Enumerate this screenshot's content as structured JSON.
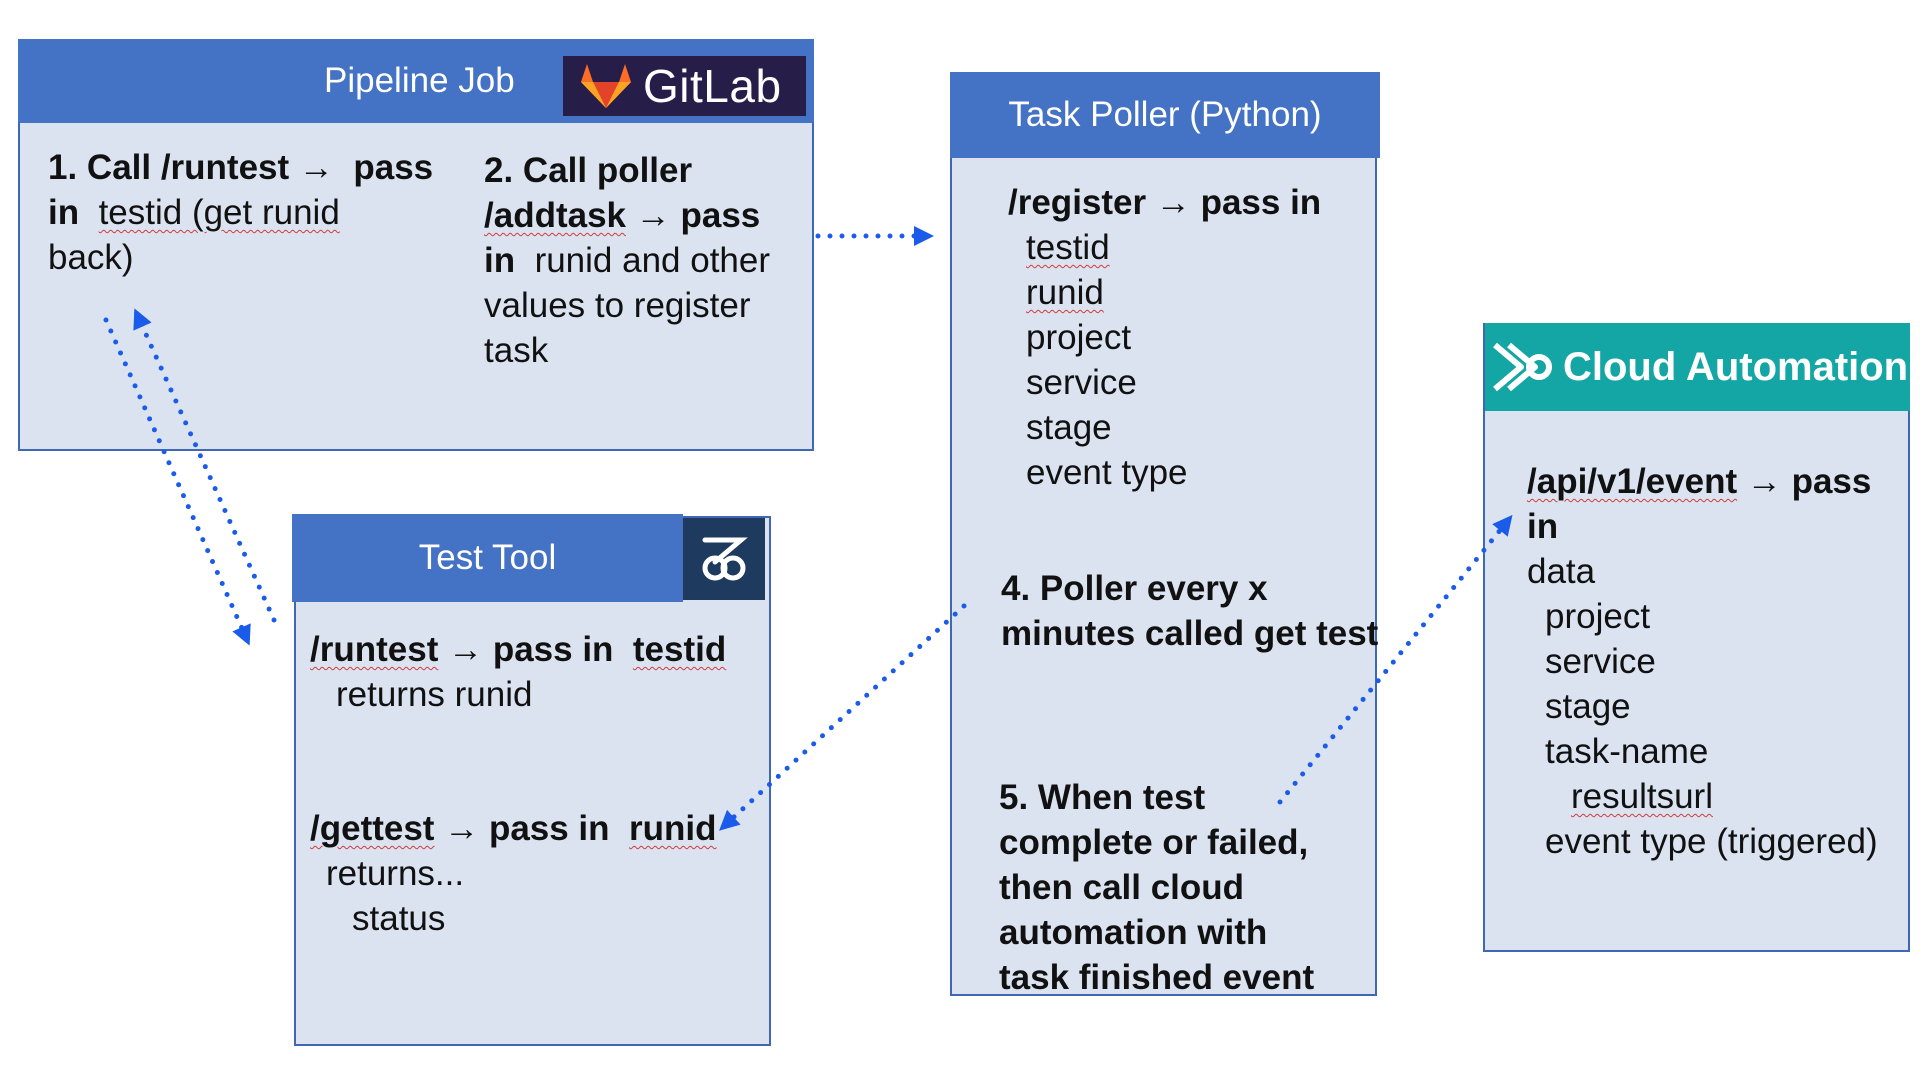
{
  "pipeline": {
    "title": "Pipeline Job",
    "logo_text": "GitLab",
    "step1": [
      "1. Call /runtest",
      "pass",
      "in",
      "testid (get runid",
      "back)"
    ],
    "step2": [
      "2. Call poller",
      "/addtask",
      "pass",
      "in",
      "runid and other",
      "values to register",
      "task"
    ]
  },
  "poller": {
    "title": "Task Poller (Python)",
    "register_line": "/register",
    "register_pass": "pass in",
    "params": [
      "testid",
      "runid",
      "project",
      "service",
      "stage",
      "event type"
    ],
    "step4": [
      "4. Poller every x",
      "minutes called get test"
    ],
    "step5": [
      "5. When test",
      "complete or failed,",
      "then call cloud",
      "automation with",
      "task finished event"
    ]
  },
  "testtool": {
    "title": "Test Tool",
    "runtest_endpoint": "/runtest",
    "runtest_pass": "pass in",
    "runtest_param": "testid",
    "runtest_returns": "returns runid",
    "gettest_endpoint": "/gettest",
    "gettest_pass": "pass in",
    "gettest_param": "runid",
    "gettest_returns": "returns...",
    "gettest_status": "status"
  },
  "cloud": {
    "logo_text": "Cloud Automation",
    "endpoint": "/api/v1/event",
    "pass": "pass",
    "in": "in",
    "fields": [
      "data",
      "project",
      "service",
      "stage",
      "task-name",
      "resultsurl",
      "event type (triggered)"
    ]
  },
  "colors": {
    "header": "#4472c4",
    "panel": "#dbe3f1",
    "border": "#3f67b4",
    "connector": "#1a5bea",
    "gitlab_bg": "#261e48",
    "cloud_bg": "#14a5a5"
  }
}
